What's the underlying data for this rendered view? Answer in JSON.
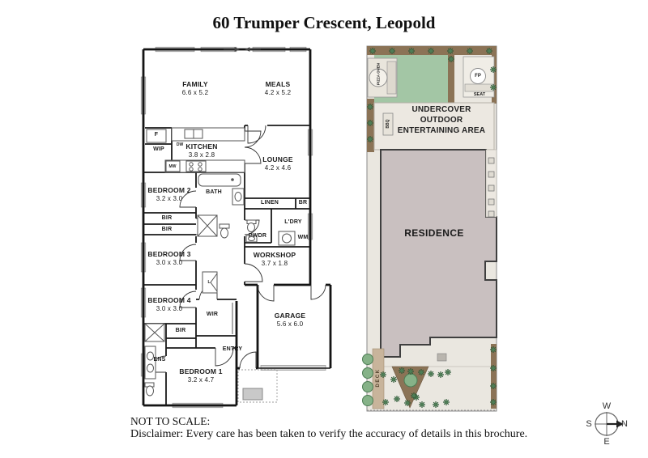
{
  "title": "60 Trumper Crescent, Leopold",
  "floorplan": {
    "rooms": [
      {
        "name": "FAMILY",
        "dims": "6.6 x 5.2"
      },
      {
        "name": "MEALS",
        "dims": "4.2 x 5.2"
      },
      {
        "name": "KITCHEN",
        "dims": "3.8 x 2.8"
      },
      {
        "name": "LOUNGE",
        "dims": "4.2 x 4.6"
      },
      {
        "name": "BEDROOM 2",
        "dims": "3.2 x 3.0"
      },
      {
        "name": "BEDROOM 3",
        "dims": "3.0 x 3.0"
      },
      {
        "name": "BEDROOM 4",
        "dims": "3.0 x 3.0"
      },
      {
        "name": "BEDROOM 1",
        "dims": "3.2 x 4.7"
      },
      {
        "name": "WORKSHOP",
        "dims": "3.7 x 1.8"
      },
      {
        "name": "GARAGE",
        "dims": "5.6 x 6.0"
      }
    ],
    "labels": {
      "fridge": "F",
      "wip": "WIP",
      "dw": "DW",
      "mw": "MW",
      "bath": "BATH",
      "linen": "LINEN",
      "br": "BR",
      "bir1": "BIR",
      "bir2": "BIR",
      "bir3": "BIR",
      "ldry": "L'DRY",
      "pwdr": "PWDR",
      "wm": "WM",
      "linen_short": "L",
      "wir": "WIR",
      "ens": "ENS",
      "entry": "ENTRY"
    }
  },
  "siteplan": {
    "labels": {
      "pizza_oven": "PIZZA OVEN",
      "bbq": "BBQ",
      "fp": "FP",
      "seat": "SEAT",
      "undercover": "UNDERCOVER OUTDOOR ENTERTAINING AREA",
      "residence": "RESIDENCE",
      "deck": "DECK"
    },
    "colors": {
      "lawn": "#a3c6a5",
      "garden_bed": "#8b7356",
      "deck": "#c8b49b",
      "residence": "#c9c0c0",
      "paving": "#eae7e0",
      "plant": "#4e7d55"
    }
  },
  "compass": {
    "north": "N",
    "south": "S",
    "east": "E",
    "west": "W"
  },
  "footer": {
    "scale_note": "NOT TO SCALE:",
    "disclaimer": "Disclaimer: Every care has been taken to verify the accuracy of details in this brochure."
  }
}
